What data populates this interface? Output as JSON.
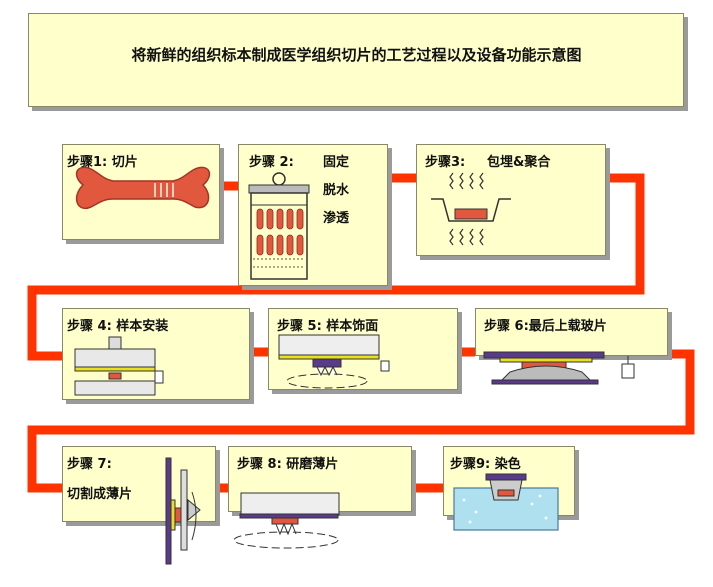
{
  "title": "将新鲜的组织标本制成医学组织切片的工艺过程以及设备功能示意图",
  "steps": [
    {
      "label": "步骤1: 切片"
    },
    {
      "label": "步骤 2:",
      "lines": [
        "固定",
        "脱水",
        "渗透"
      ]
    },
    {
      "label": "步骤3:",
      "sub": "包埋&聚合"
    },
    {
      "label": "步骤 4: 样本安装"
    },
    {
      "label": "步骤 5: 样本饰面"
    },
    {
      "label": "步骤 6:最后上载玻片"
    },
    {
      "label": "步骤 7:",
      "sub": "切割成薄片"
    },
    {
      "label": "步骤 8: 研磨薄片"
    },
    {
      "label": "步骤9: 染色"
    }
  ],
  "colors": {
    "connector": "#ff3300",
    "box_fill": "#ffffcc",
    "bone": "#e2583f",
    "purple": "#5a3a8a",
    "gray": "#cfcfcf",
    "water": "#aee0f0"
  }
}
